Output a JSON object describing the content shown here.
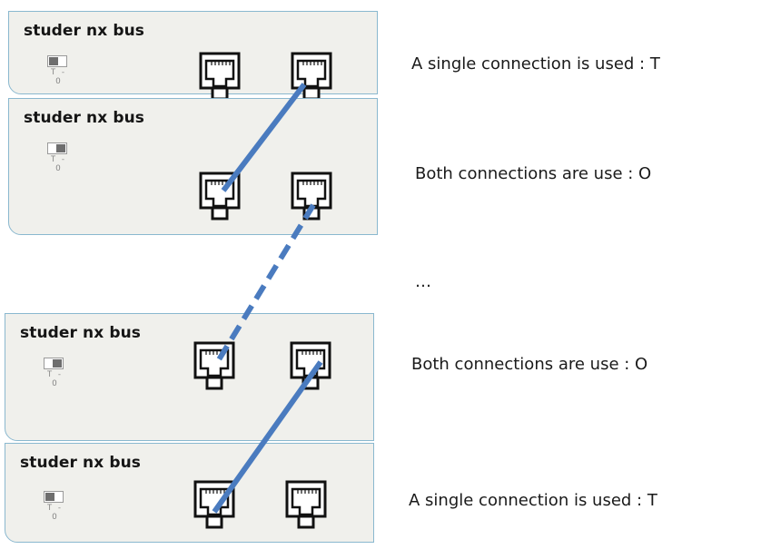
{
  "modules": [
    {
      "title": "studer nx bus",
      "switch_label": "T - O",
      "switch_position": "T",
      "description": "A single connection is used : T"
    },
    {
      "title": "studer nx bus",
      "switch_label": "T - O",
      "switch_position": "O",
      "description": "Both connections are use : O"
    },
    {
      "title": "studer nx bus",
      "switch_label": "T - O",
      "switch_position": "O",
      "description": "Both connections are use : O"
    },
    {
      "title": "studer nx bus",
      "switch_label": "T - O",
      "switch_position": "T",
      "description": "A single connection is used : T"
    }
  ],
  "ellipsis": "…",
  "colors": {
    "wire": "#4a7bbf",
    "module_border": "#8ab8cf",
    "module_fill": "#f0f0ec"
  }
}
